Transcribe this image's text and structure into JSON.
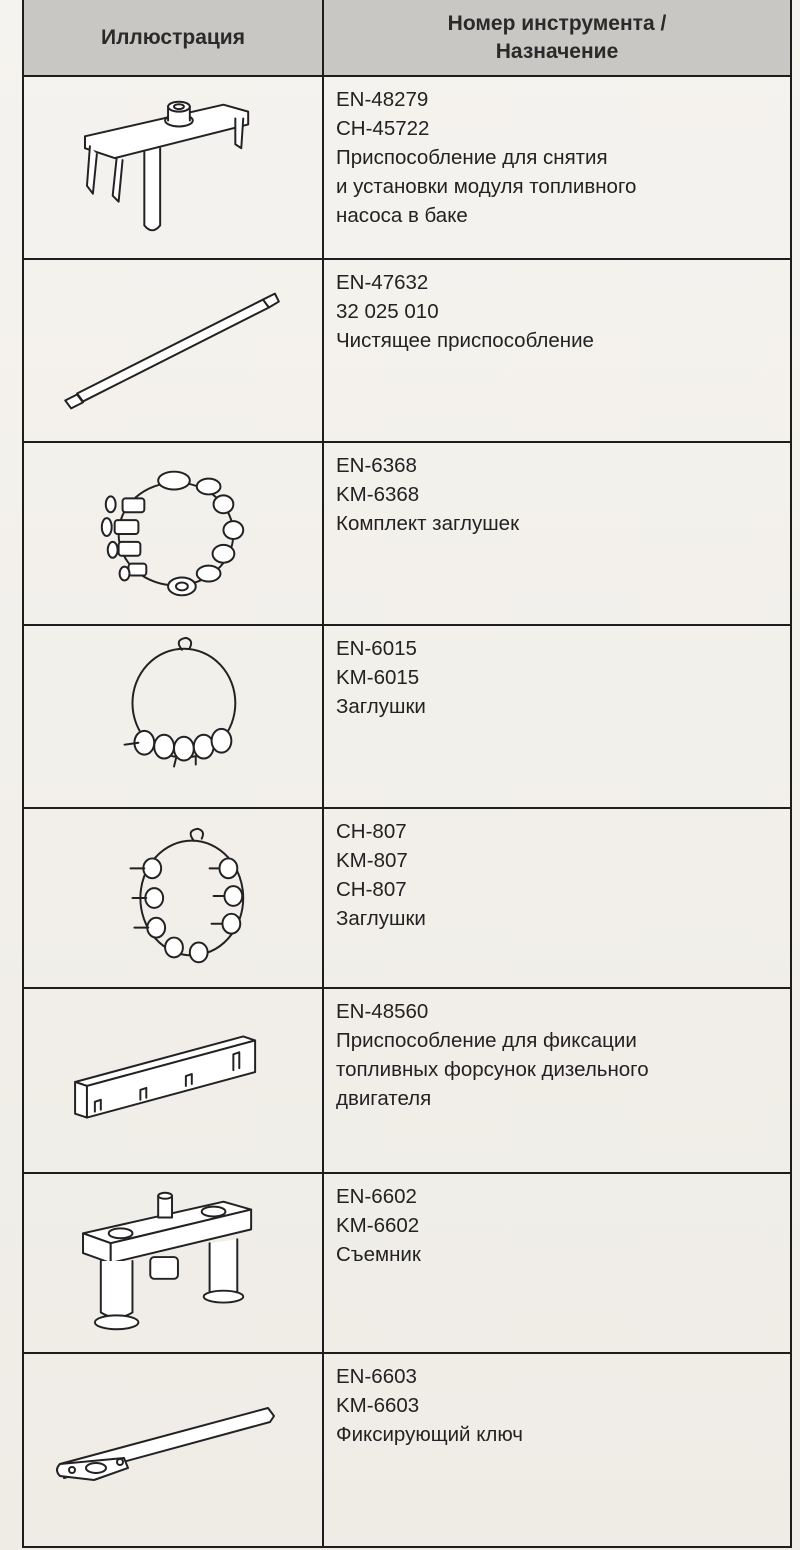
{
  "header": {
    "col_illustration": "Иллюстрация",
    "col_number": "Номер инструмента /\nНазначение"
  },
  "rows": [
    {
      "lines": [
        "EN-48279",
        "CH-45722",
        "Приспособление для снятия\nи установки модуля топливного\nнасоса в баке"
      ],
      "icon": "fuel-pump-module-tool-icon"
    },
    {
      "lines": [
        "EN-47632",
        "32 025 010",
        "Чистящее приспособление"
      ],
      "icon": "cleaning-rod-icon"
    },
    {
      "lines": [
        "EN-6368",
        "KM-6368",
        "Комплект заглушек"
      ],
      "icon": "plug-set-ring-icon"
    },
    {
      "lines": [
        "EN-6015",
        "KM-6015",
        "Заглушки"
      ],
      "icon": "plugs-ring-icon"
    },
    {
      "lines": [
        "CH-807",
        "KM-807",
        "CH-807",
        "Заглушки"
      ],
      "icon": "plugs-cluster-icon"
    },
    {
      "lines": [
        "EN-48560",
        "Приспособление для фиксации\nтопливных форсунок дизельного\nдвигателя"
      ],
      "icon": "injector-holding-bar-icon"
    },
    {
      "lines": [
        "EN-6602",
        "KM-6602",
        "Съемник"
      ],
      "icon": "puller-icon"
    },
    {
      "lines": [
        "EN-6603",
        "KM-6603",
        "Фиксирующий ключ"
      ],
      "icon": "locking-wrench-icon"
    }
  ]
}
